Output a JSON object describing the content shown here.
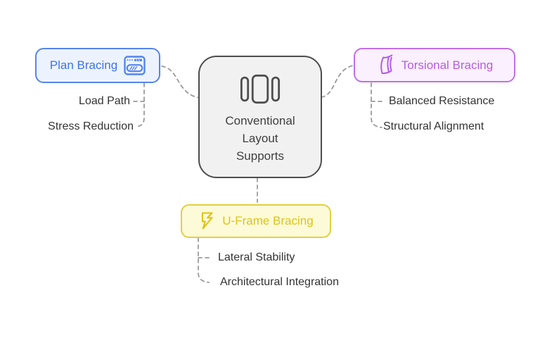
{
  "diagram": {
    "center": {
      "lines": [
        "Conventional",
        "Layout",
        "Supports"
      ],
      "icon": "columns-icon",
      "border_color": "#4d4d4d",
      "fill_color": "#f1f1f1",
      "text_color": "#3f3f3f"
    },
    "branches": [
      {
        "label": "Plan Bracing",
        "icon": "browser-window-icon",
        "accent_color": "#5585ec",
        "fill_color": "#edf3fe",
        "text_color": "#3d74e8",
        "children": [
          "Load Path",
          "Stress Reduction"
        ]
      },
      {
        "label": "Torsional Bracing",
        "icon": "pages-icon",
        "accent_color": "#c16fe8",
        "fill_color": "#fbf0fe",
        "text_color": "#b55ce4",
        "children": [
          "Balanced Resistance",
          "Structural Alignment"
        ]
      },
      {
        "label": "U-Frame Bracing",
        "icon": "zap-icon",
        "accent_color": "#e4d03a",
        "fill_color": "#fdfad8",
        "text_color": "#ddc415",
        "children": [
          "Lateral Stability",
          "Architectural Integration"
        ]
      }
    ],
    "connector_color": "#9a9a9a",
    "sub_label_color": "#333333",
    "background_color": "#ffffff"
  }
}
